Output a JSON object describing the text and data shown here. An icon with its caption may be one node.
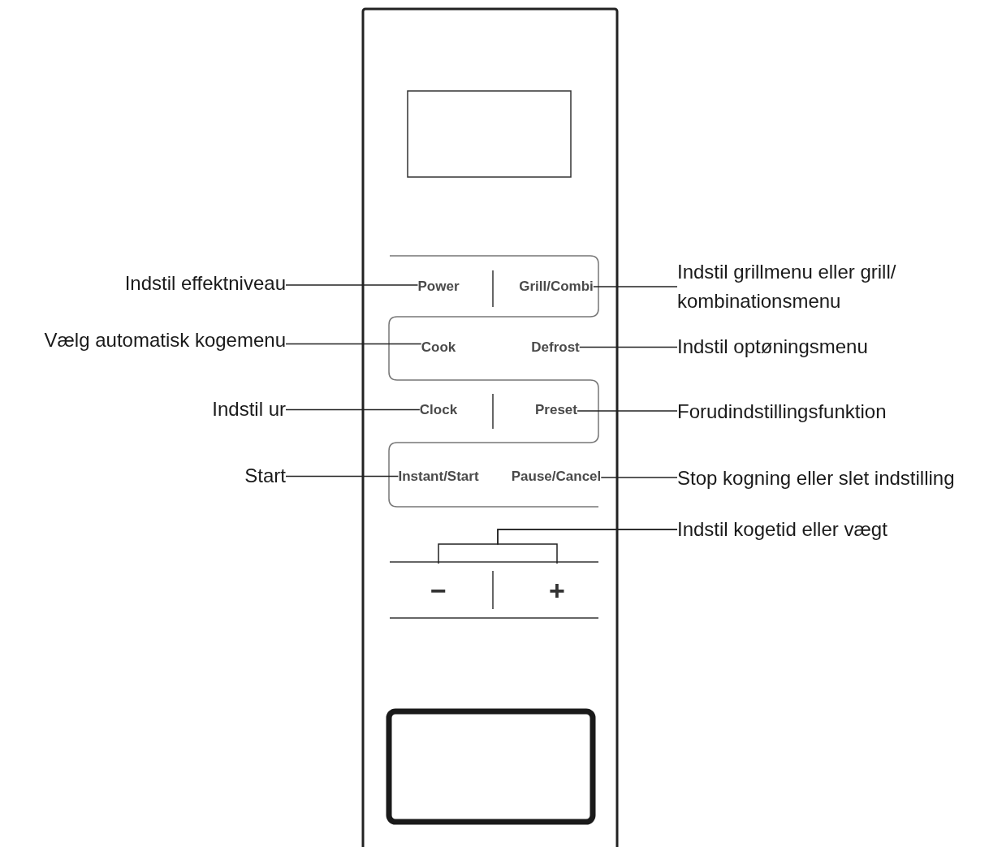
{
  "diagram": {
    "nodes": [
      {
        "text": [
          "Indstil effektniveau"
        ]
      },
      {
        "text": [
          "Power"
        ]
      },
      {
        "text": [
          "Grill/Combi"
        ]
      },
      {
        "text": [
          "Indstil grillmenu eller grill/ kombinationsmenu"
        ]
      },
      {
        "text": [
          "Vælg automatisk kogemenu"
        ]
      },
      {
        "text": [
          "Cook"
        ]
      },
      {
        "text": [
          "Defrost"
        ]
      },
      {
        "text": [
          "Indstil optøningsmenu"
        ]
      },
      {
        "text": [
          "Indstil ur"
        ]
      },
      {
        "text": [
          "Clock"
        ]
      },
      {
        "text": [
          "Preset"
        ]
      },
      {
        "text": [
          "Forudindstillingsfunktion"
        ]
      },
      {
        "text": [
          "Start"
        ]
      },
      {
        "text": [
          "Instant/Start"
        ]
      },
      {
        "text": [
          "Pause/Cancel"
        ]
      },
      {
        "text": [
          "Stop kogning eller slet indstilling"
        ]
      },
      {
        "text": [
          "Indstil kogetid eller vægt"
        ]
      },
      {
        "text": [
          "−"
        ]
      },
      {
        "text": [
          "+"
        ]
      }
    ],
    "edges": [
      {
        "from": 0,
        "to": 1,
        "arrow": "none"
      },
      {
        "from": 3,
        "to": 2,
        "arrow": "none"
      },
      {
        "from": 4,
        "to": 5,
        "arrow": "none"
      },
      {
        "from": 7,
        "to": 6,
        "arrow": "none"
      },
      {
        "from": 8,
        "to": 9,
        "arrow": "none"
      },
      {
        "from": 11,
        "to": 10,
        "arrow": "none"
      },
      {
        "from": 12,
        "to": 13,
        "arrow": "none"
      },
      {
        "from": 15,
        "to": 14,
        "arrow": "none"
      },
      {
        "from": 16,
        "to": 17,
        "arrow": "none"
      },
      {
        "from": 16,
        "to": 18,
        "arrow": "none"
      }
    ]
  }
}
